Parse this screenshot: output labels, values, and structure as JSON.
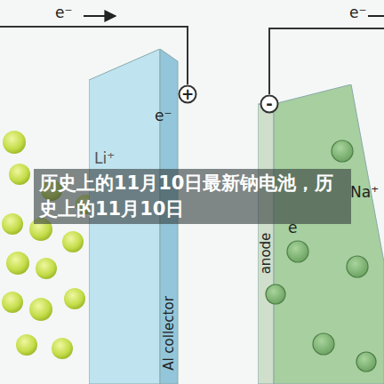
{
  "diagram": {
    "title": "历史上的11月10日最新钠电池，历史上的11月10日",
    "nodes": [
      {
        "text": [
          "Al collector"
        ]
      },
      {
        "text": [
          "+"
        ]
      },
      {
        "text": [
          "anode"
        ]
      },
      {
        "text": [
          "-"
        ]
      }
    ],
    "labels": [
      "e⁻",
      "e⁻",
      "e⁻",
      "Li⁺",
      "Na⁺",
      "e"
    ]
  }
}
